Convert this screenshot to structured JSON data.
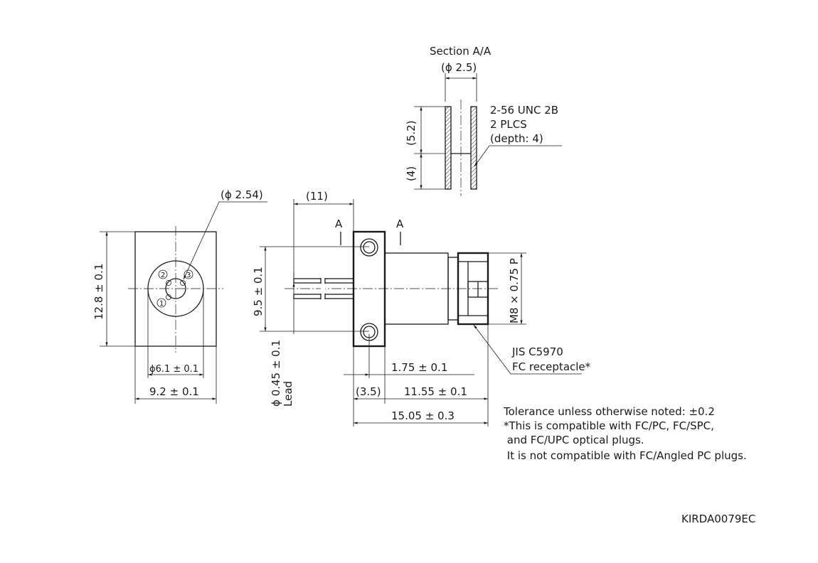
{
  "section": {
    "title": "Section A/A",
    "dia": "(ϕ 2.5)",
    "dim_upper": "(5.2)",
    "dim_lower": "(4)",
    "thread": [
      "2-56 UNC 2B",
      "2 PLCS",
      "(depth: 4)"
    ]
  },
  "front_view": {
    "dia_pins": "(ϕ 2.54)",
    "height": "12.8 ± 0.1",
    "inner_dia": "ϕ6.1 ± 0.1",
    "width": "9.2 ± 0.1",
    "pins": [
      "1",
      "2",
      "3"
    ]
  },
  "side_view": {
    "lead_length": "(11)",
    "section_mark": "A",
    "hole_spacing": "9.5 ± 0.1",
    "lead_dia": "ϕ 0.45 ± 0.1",
    "lead_label": "Lead",
    "thread": "M8 × 0.75 P",
    "dim_175": "1.75 ± 0.1",
    "dim_35": "(3.5)",
    "dim_1155": "11.55 ± 0.1",
    "dim_1505": "15.05 ± 0.3",
    "receptacle": [
      "JIS C5970",
      "FC receptacle*"
    ]
  },
  "notes": [
    "Tolerance unless otherwise noted: ±0.2",
    "*This is compatible with FC/PC, FC/SPC,",
    " and FC/UPC optical plugs.",
    " It is not compatible with FC/Angled PC plugs."
  ],
  "drawing_id": "KIRDA0079EC"
}
